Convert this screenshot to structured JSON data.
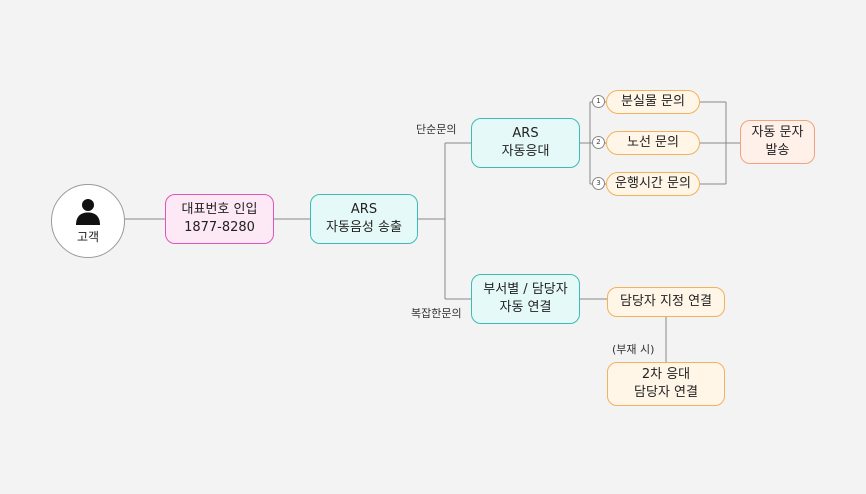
{
  "customer": {
    "icon": "person-icon",
    "label": "고객"
  },
  "main_number": {
    "line1": "대표번호 인입",
    "line2": "1877-8280"
  },
  "ars_voice": {
    "line1": "ARS",
    "line2": "자동음성 송출"
  },
  "branches": {
    "simple": {
      "label": "단순문의",
      "node": {
        "line1": "ARS",
        "line2": "자동응대"
      },
      "options": [
        {
          "badge": "1",
          "label": "분실물 문의"
        },
        {
          "badge": "2",
          "label": "노선 문의"
        },
        {
          "badge": "3",
          "label": "운행시간 문의"
        }
      ],
      "result": {
        "line1": "자동 문자",
        "line2": "발송"
      }
    },
    "complex": {
      "label": "복잡한문의",
      "node": {
        "line1": "부서별 / 담당자",
        "line2": "자동 연결"
      },
      "assigned": {
        "label": "담당자 지정 연결"
      },
      "absent_label": "(부재 시)",
      "secondary": {
        "line1": "2차 응대",
        "line2": "담당자 연결"
      }
    }
  },
  "colors": {
    "pink_fill": "#fde8f6",
    "pink_border": "#e055b8",
    "teal_fill": "#e5faf8",
    "teal_border": "#3cbcb4",
    "orange_fill": "#fff6e8",
    "orange_border": "#f2b15a",
    "line": "#8a8a8a"
  }
}
